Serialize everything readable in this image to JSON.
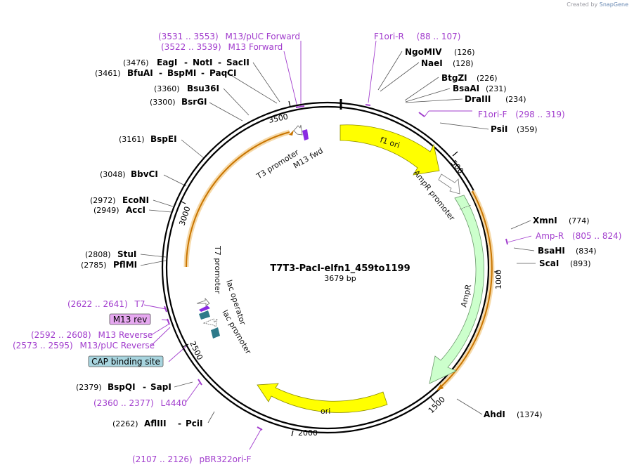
{
  "credit": {
    "prefix": "Created by",
    "brand": "SnapGene"
  },
  "plasmid": {
    "name": "T7T3-PacI-elfn1_459to1199",
    "length_label": "3679 bp",
    "length": 3679
  },
  "ruler_ticks": [
    "500",
    "1000",
    "1500",
    "2000",
    "2500",
    "3000",
    "3500"
  ],
  "enzymes_left": [
    {
      "label": "EagI",
      "pos": "(3476)",
      "extra": [
        "NotI",
        "SacII"
      ]
    },
    {
      "label": "BfuAI",
      "pos": "(3461)",
      "extra": [
        "BspMI",
        "PaqCI"
      ]
    },
    {
      "label": "Bsu36I",
      "pos": "(3360)"
    },
    {
      "label": "BsrGI",
      "pos": "(3300)"
    },
    {
      "label": "BspEI",
      "pos": "(3161)"
    },
    {
      "label": "BbvCI",
      "pos": "(3048)"
    },
    {
      "label": "EcoNI",
      "pos": "(2972)"
    },
    {
      "label": "AccI",
      "pos": "(2949)"
    },
    {
      "label": "StuI",
      "pos": "(2808)"
    },
    {
      "label": "PflMI",
      "pos": "(2785)"
    },
    {
      "label": "BspQI",
      "pos": "(2379)",
      "extra": [
        "SapI"
      ]
    },
    {
      "label": "AflIII",
      "pos": "(2262)",
      "extra": [
        "PciI"
      ]
    }
  ],
  "enzymes_right": [
    {
      "label": "NgoMIV",
      "pos": "(126)"
    },
    {
      "label": "NaeI",
      "pos": "(128)"
    },
    {
      "label": "BtgZI",
      "pos": "(226)"
    },
    {
      "label": "BsaAI",
      "pos": "(231)"
    },
    {
      "label": "DraIII",
      "pos": "(234)"
    },
    {
      "label": "PsiI",
      "pos": "(359)"
    },
    {
      "label": "XmnI",
      "pos": "(774)"
    },
    {
      "label": "BsaHI",
      "pos": "(834)"
    },
    {
      "label": "ScaI",
      "pos": "(893)"
    },
    {
      "label": "AhdI",
      "pos": "(1374)"
    }
  ],
  "primers": [
    {
      "name": "M13/pUC Forward",
      "range": "(3531 .. 3553)"
    },
    {
      "name": "M13 Forward",
      "range": "(3522 .. 3539)"
    },
    {
      "name": "F1ori-R",
      "range": "(88 .. 107)"
    },
    {
      "name": "F1ori-F",
      "range": "(298 .. 319)"
    },
    {
      "name": "Amp-R",
      "range": "(805 .. 824)"
    },
    {
      "name": "T7",
      "range": "(2622 .. 2641)"
    },
    {
      "name": "M13 Reverse",
      "range": "(2592 .. 2608)"
    },
    {
      "name": "M13/pUC Reverse",
      "range": "(2573 .. 2595)"
    },
    {
      "name": "L4440",
      "range": "(2360 .. 2377)"
    },
    {
      "name": "pBR322ori-F",
      "range": "(2107 .. 2126)"
    }
  ],
  "features": [
    {
      "name": "f1 ori",
      "color": "#ffff00"
    },
    {
      "name": "AmpR promoter",
      "color": "#ffffff"
    },
    {
      "name": "AmpR",
      "color": "#ccffcc"
    },
    {
      "name": "ori",
      "color": "#ffff00"
    },
    {
      "name": "lac promoter",
      "color": "#ffffff"
    },
    {
      "name": "lac operator",
      "color": "#ffffff"
    },
    {
      "name": "T7 promoter",
      "color": "#ffffff"
    },
    {
      "name": "T3 promoter",
      "color": "#ffffff"
    },
    {
      "name": "M13 fwd",
      "color": "#8a2be2"
    },
    {
      "name": "M13 rev",
      "color": "#e6a8f0"
    },
    {
      "name": "CAP binding site",
      "color": "#a8d5df"
    }
  ],
  "colors": {
    "primer": "#a13ccd",
    "orf": "#e08a00",
    "backbone": "#000000"
  }
}
